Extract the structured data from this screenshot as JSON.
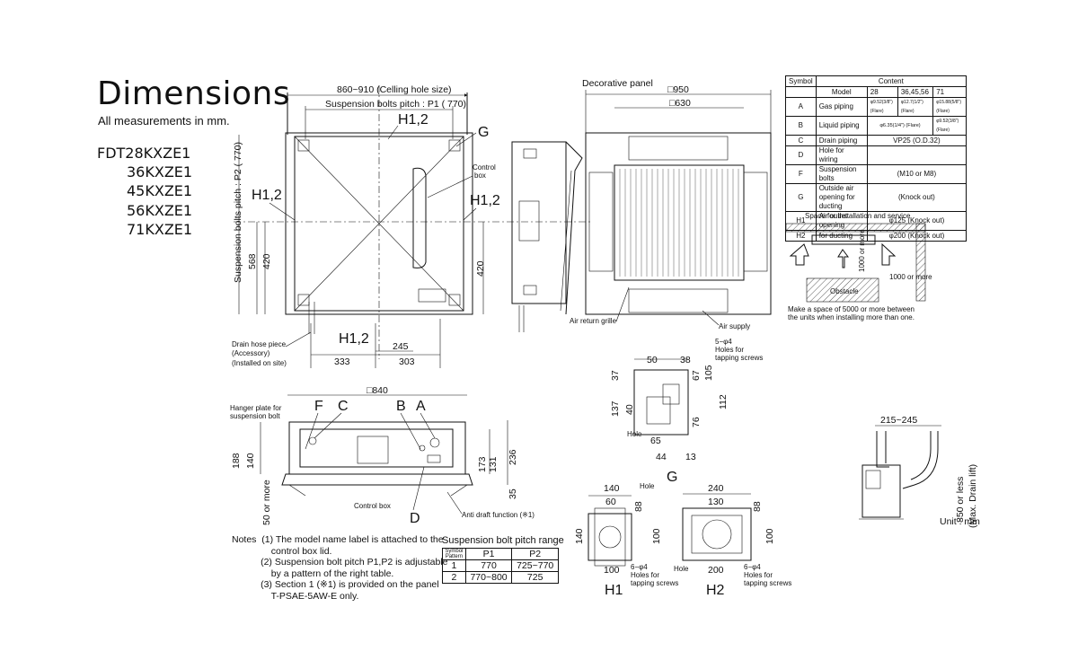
{
  "title": "Dimensions",
  "subtitle": "All measurements in mm.",
  "models": [
    "FDT28KXZE1",
    "36KXZE1",
    "45KXZE1",
    "56KXZE1",
    "71KXZE1"
  ],
  "top_view": {
    "ceiling_hole": "860~910 (Celling hole size)",
    "p1_label": "Suspension bolts pitch : P1 ( 770)",
    "p2_label": "Suspension bolts pitch : P2 ( 770)",
    "h12_labels": [
      "H1,2",
      "H1,2",
      "H1,2",
      "H1,2"
    ],
    "g_label": "G",
    "control_box": [
      "Control",
      "box"
    ],
    "dims": [
      "568",
      "420",
      "420",
      "245",
      "333",
      "303"
    ],
    "drain_hose": [
      "Drain hose piece",
      "(Accessory)",
      "(Installed on site)"
    ]
  },
  "panel_view": {
    "title": "Decorative panel",
    "d950": "□950",
    "d630": "□630",
    "air_return": "Air return grille",
    "air_supply": "Air supply"
  },
  "spec_table": {
    "header": [
      "Symbol",
      "Content"
    ],
    "model_row": [
      "Model",
      "28",
      "36,45,56",
      "71"
    ],
    "rows": [
      {
        "sym": "A",
        "name": "Gas piping",
        "c1": "φ9.52(3/8\") (Flare)",
        "c2": "φ12.7(1/2\") (Flare)",
        "c3": "φ15.88(5/8\") (Flare)"
      },
      {
        "sym": "B",
        "name": "Liquid piping",
        "c1": "φ6.35(1/4\") (Flare)",
        "c2": "",
        "c3": "φ9.52(3/8\") (Flare)"
      },
      {
        "sym": "C",
        "name": "Drain piping",
        "val": "VP25 (O.D.32)"
      },
      {
        "sym": "D",
        "name": "Hole for wiring",
        "val": ""
      },
      {
        "sym": "F",
        "name": "Suspension bolts",
        "val": "(M10 or M8)"
      },
      {
        "sym": "G",
        "name": "Outside air opening for ducting",
        "val": "(Knock out)"
      },
      {
        "sym": "H1",
        "name": "Air outlet opening",
        "val": "φ125 (Knock out)"
      },
      {
        "sym": "H2",
        "name": "for ducting",
        "val": "φ200 (Knock out)"
      }
    ]
  },
  "service_space": {
    "title": "Space for installation and service",
    "dim1": "1000 or more",
    "dim2": "1000 or more",
    "obstacle": "Obstacle",
    "note": [
      "Make a space of 5000 or more between",
      "the units when installing more than one."
    ]
  },
  "side_view": {
    "d840": "□840",
    "hanger": [
      "Hanger plate for",
      "suspension bolt"
    ],
    "letters": [
      "F",
      "C",
      "B",
      "A",
      "D"
    ],
    "dims": [
      "188",
      "140",
      "50 or more",
      "173",
      "131",
      "236",
      "35"
    ],
    "control_box": "Control box",
    "anti_draft": "Anti draft function (※1)"
  },
  "g_detail": {
    "holes": [
      "5−φ4",
      "Holes for",
      "tapping screws"
    ],
    "dims": [
      "50",
      "38",
      "37",
      "137",
      "40",
      "67",
      "105",
      "112",
      "76",
      "65",
      "44",
      "13"
    ],
    "hole": "Hole",
    "label": "G"
  },
  "h1_detail": {
    "dims": [
      "140",
      "60",
      "88",
      "140",
      "100",
      "100"
    ],
    "hole": "Hole",
    "holes": [
      "6−φ4",
      "Holes for",
      "tapping screws"
    ],
    "label": "H1"
  },
  "h2_detail": {
    "dims": [
      "240",
      "130",
      "88",
      "100",
      "200"
    ],
    "hole": "Hole",
    "holes": [
      "6−φ4",
      "Holes for",
      "tapping screws"
    ],
    "label": "H2"
  },
  "drain_lift": {
    "dim": "215~245",
    "vert": [
      "850 or less",
      "(Max. Drain lift)"
    ],
    "unit": "Unit : mm"
  },
  "notes": [
    "Notes  (1) The model name label is attached to the",
    "               control box lid.",
    "           (2) Suspension bolt pitch P1,P2 is adjustable",
    "               by a pattern of the right table.",
    "           (3) Section 1 (※1) is provided on the panel",
    "               T-PSAE-5AW-E only."
  ],
  "pitch_table": {
    "title": "Suspension bolt pitch range",
    "corner_top": "Symbol",
    "corner_bottom": "Pattern",
    "cols": [
      "P1",
      "P2"
    ],
    "rows": [
      [
        "1",
        "770",
        "725~770"
      ],
      [
        "2",
        "770~800",
        "725"
      ]
    ]
  }
}
